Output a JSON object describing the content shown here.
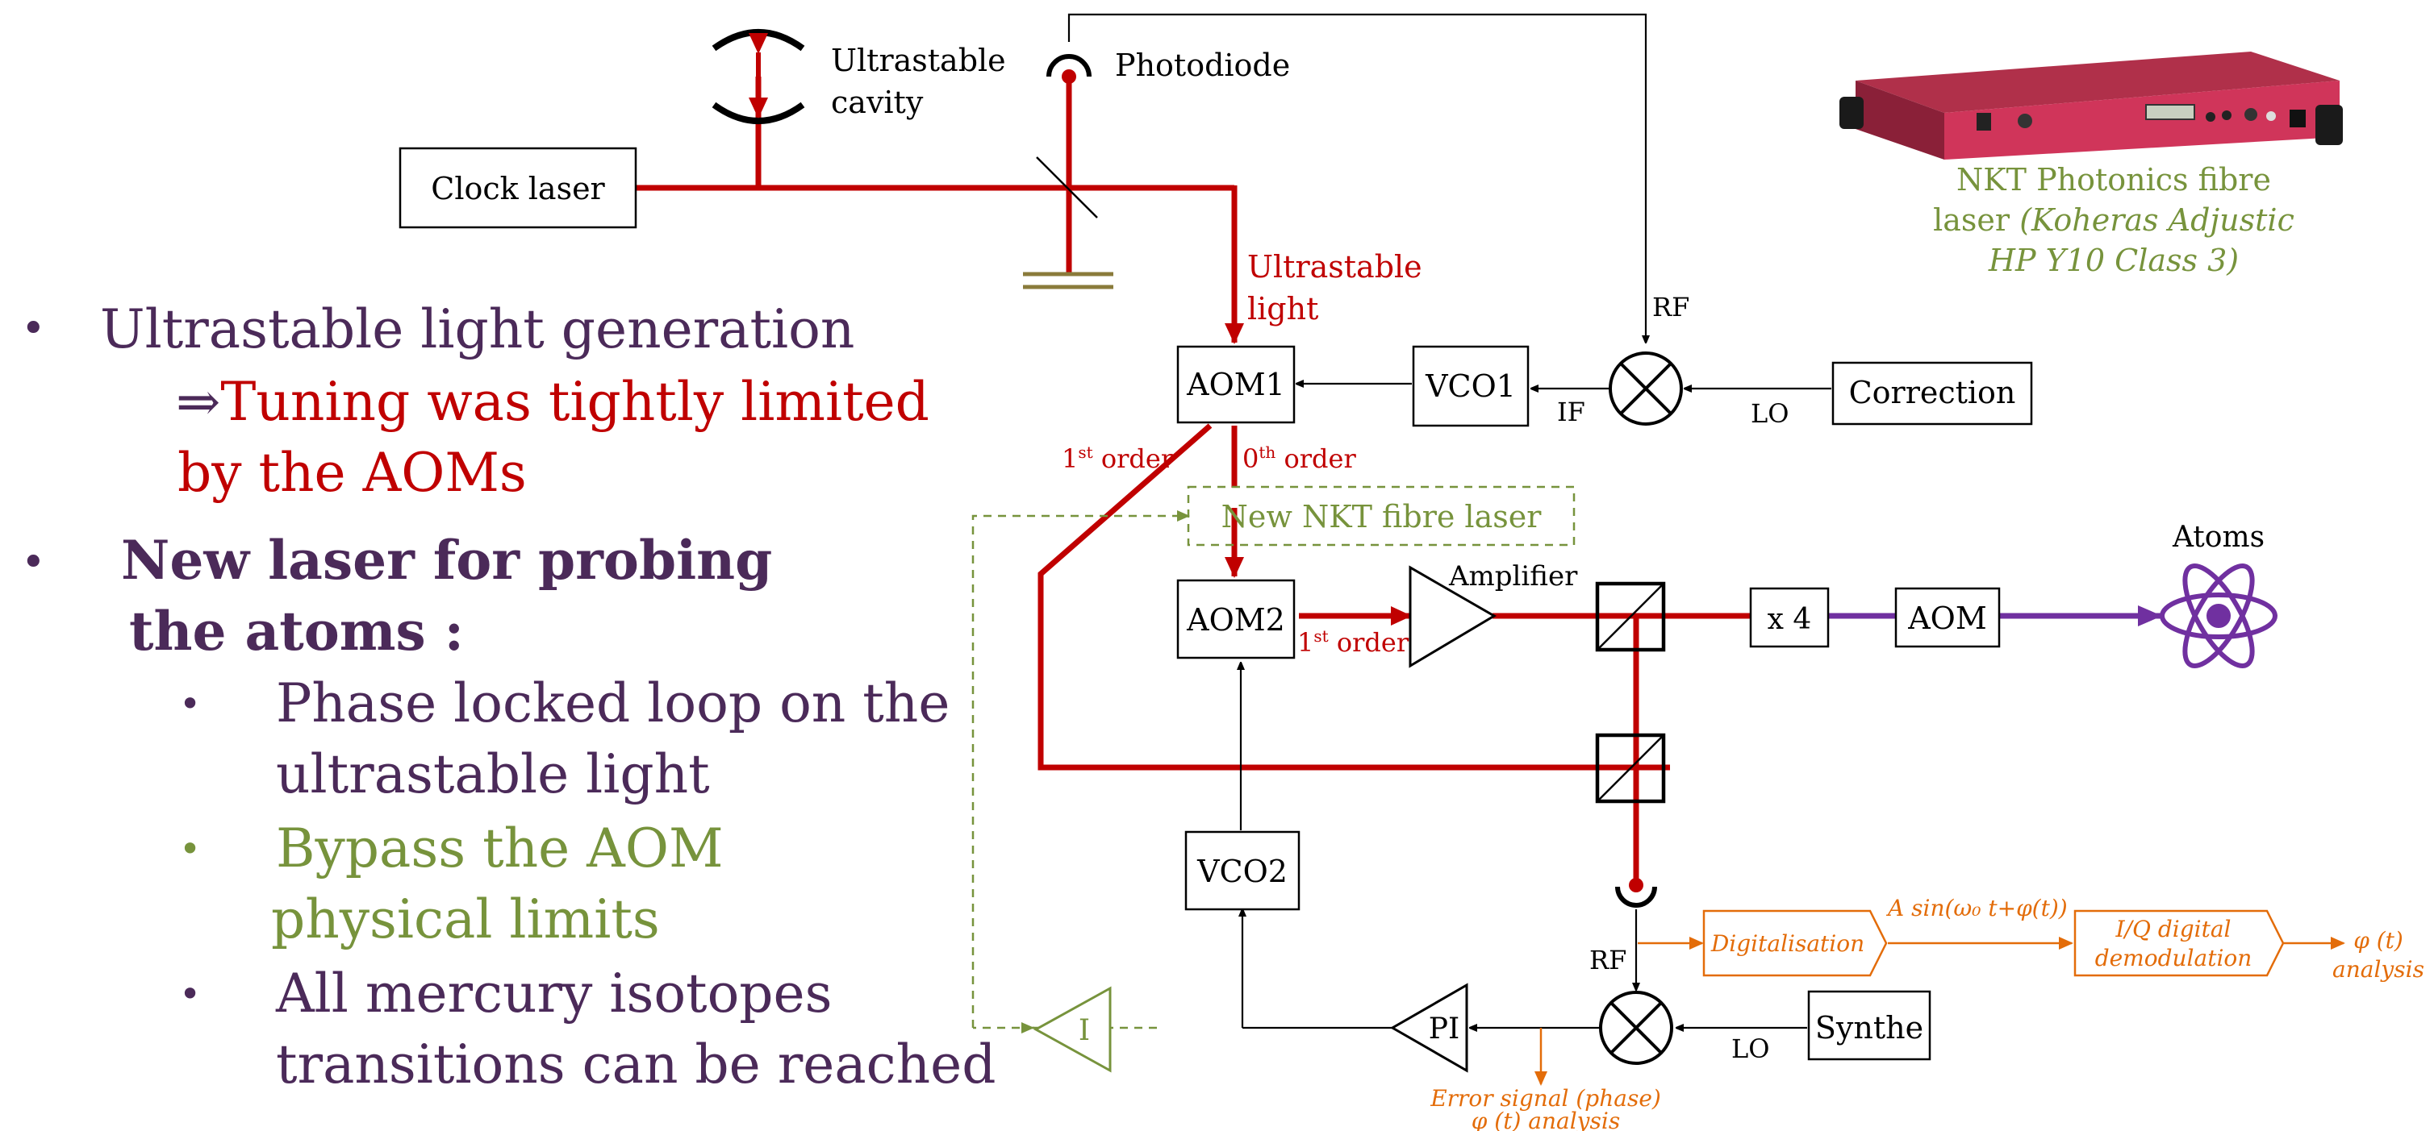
{
  "bullets": {
    "b1": "Ultrastable light generation",
    "b1_arrow": "⇒",
    "b1_red_1": "Tuning was tightly limited",
    "b1_red_2": "by the AOMs",
    "b2_line1": "New laser for probing",
    "b2_line2": "the atoms :",
    "sub1_line1": "Phase locked loop on the",
    "sub1_line2": "ultrastable light",
    "sub2_line1": "Bypass the AOM",
    "sub2_line2": "physical limits",
    "sub3_line1": "All mercury isotopes",
    "sub3_line2": "transitions can be reached"
  },
  "product": {
    "line1": "NKT Photonics fibre",
    "line2_a": "laser",
    "line2_b": "(Koheras Adjustic",
    "line3": "HP Y10 Class 3)"
  },
  "diagram": {
    "clock_laser": "Clock laser",
    "ultrastable_cavity_1": "Ultrastable",
    "ultrastable_cavity_2": "cavity",
    "photodiode": "Photodiode",
    "ultrastable_light_1": "Ultrastable",
    "ultrastable_light_2": "light",
    "aom1": "AOM1",
    "vco1": "VCO1",
    "correction": "Correction",
    "rf_top": "RF",
    "if_label": "IF",
    "lo_top": "LO",
    "first_order_a": "1",
    "first_order_a_sup": "st",
    "first_order_a_rest": " order",
    "zeroth_order": "0",
    "zeroth_order_sup": "th",
    "zeroth_order_rest": " order",
    "new_nkt": "New NKT fibre laser",
    "aom2": "AOM2",
    "first_order_b": "1",
    "first_order_b_sup": "st",
    "first_order_b_rest": " order",
    "amplifier": "Amplifier",
    "x4": "x 4",
    "aom": "AOM",
    "atoms": "Atoms",
    "vco2": "VCO2",
    "rf_bottom": "RF",
    "digitalisation": "Digitalisation",
    "signal_expr": "A sin(ω₀ t+φ(t))",
    "iq_1": "I/Q digital",
    "iq_2": "demodulation",
    "phi_analysis_1": "φ (t)",
    "phi_analysis_2": "analysis",
    "synthe": "Synthe",
    "lo_bottom": "LO",
    "pi": "PI",
    "integrator": "I",
    "error_1": "Error signal (phase)",
    "error_2": "φ (t) analysis"
  },
  "colors": {
    "purple_text": "#4b2a59",
    "red": "#c00000",
    "green": "#77933c",
    "orange": "#e36c09",
    "violet_beam": "#7030a0"
  }
}
